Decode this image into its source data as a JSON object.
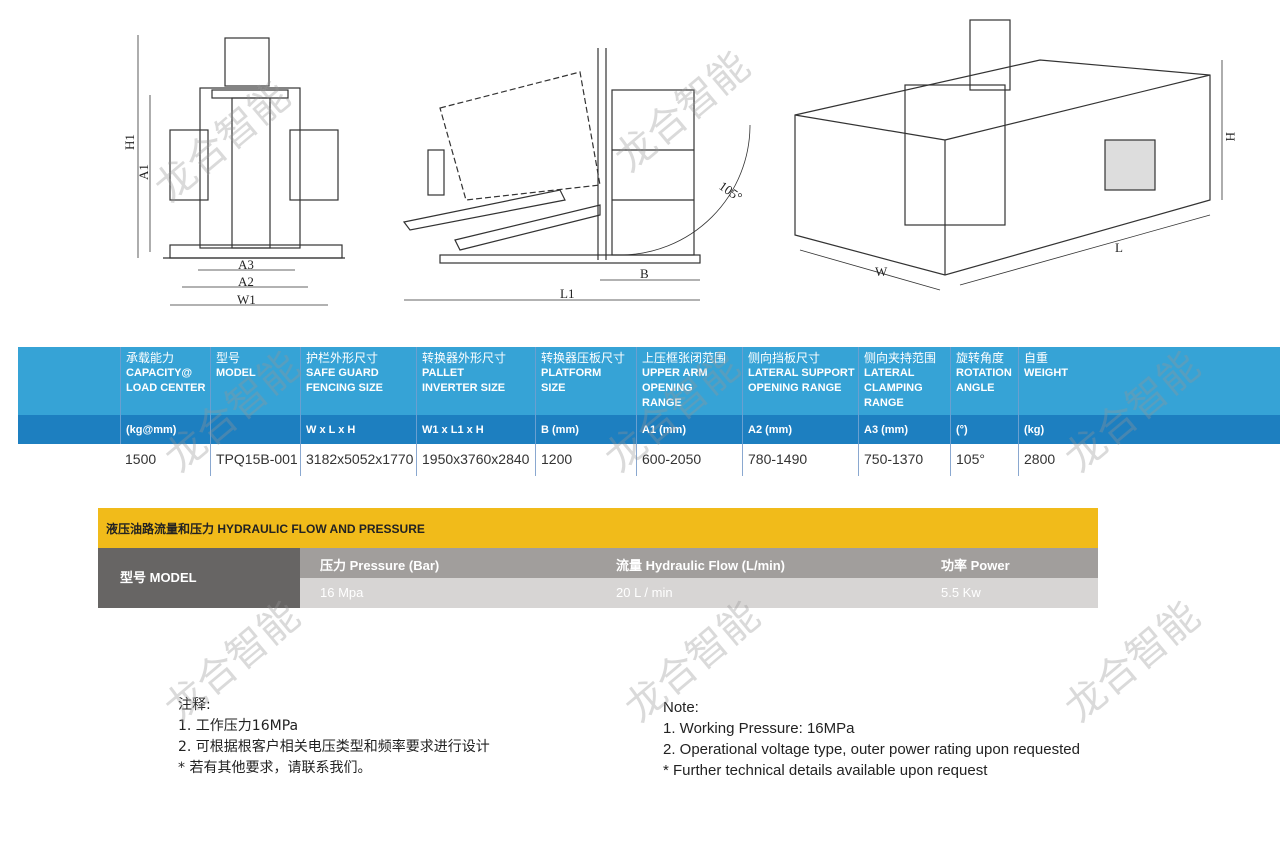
{
  "watermark": "龙合智能",
  "drawing_labels": {
    "front": {
      "h1": "H1",
      "a1": "A1",
      "a3": "A3",
      "a2": "A2",
      "w1": "W1"
    },
    "side": {
      "angle": "105°",
      "b": "B",
      "l1": "L1"
    },
    "iso": {
      "h": "H",
      "l": "L",
      "w": "W"
    }
  },
  "spec_table": {
    "headers": [
      {
        "cn": "承载能力",
        "en1": "CAPACITY@",
        "en2": "LOAD CENTER",
        "en3": "",
        "unit": "(kg@mm)"
      },
      {
        "cn": "型号",
        "en1": "MODEL",
        "en2": "",
        "en3": "",
        "unit": ""
      },
      {
        "cn": "护栏外形尺寸",
        "en1": "SAFE GUARD",
        "en2": "FENCING SIZE",
        "en3": "",
        "unit": "W x L x H"
      },
      {
        "cn": "转换器外形尺寸",
        "en1": "PALLET",
        "en2": "INVERTER SIZE",
        "en3": "",
        "unit": "W1 x L1 x H"
      },
      {
        "cn": "转换器压板尺寸",
        "en1": "PLATFORM",
        "en2": "SIZE",
        "en3": "",
        "unit": "B (mm)"
      },
      {
        "cn": "上压框张闭范围",
        "en1": "UPPER ARM",
        "en2": "OPENING",
        "en3": "RANGE",
        "unit": "A1 (mm)"
      },
      {
        "cn": "侧向挡板尺寸",
        "en1": "LATERAL SUPPORT",
        "en2": "OPENING RANGE",
        "en3": "",
        "unit": "A2 (mm)"
      },
      {
        "cn": "侧向夹持范围",
        "en1": "LATERAL",
        "en2": "CLAMPING",
        "en3": "RANGE",
        "unit": "A3 (mm)"
      },
      {
        "cn": "旋转角度",
        "en1": "ROTATION",
        "en2": "ANGLE",
        "en3": "",
        "unit": "(°)"
      },
      {
        "cn": "自重",
        "en1": "WEIGHT",
        "en2": "",
        "en3": "",
        "unit": "(kg)"
      }
    ],
    "row": [
      "1500",
      "TPQ15B-001",
      "3182x5052x1770",
      "1950x3760x2840",
      "1200",
      "600-2050",
      "780-1490",
      "750-1370",
      "105°",
      "2800"
    ]
  },
  "hydraulic": {
    "title": "液压油路流量和压力 HYDRAULIC FLOW AND PRESSURE",
    "model_label": "型号 MODEL",
    "headers": [
      "压力 Pressure (Bar)",
      "流量 Hydraulic Flow (L/min)",
      "功率 Power"
    ],
    "values": [
      "16 Mpa",
      "20 L / min",
      "5.5 Kw"
    ]
  },
  "notes_cn": {
    "title": "注释:",
    "lines": [
      "1. 工作压力16MPa",
      "2. 可根据根客户相关电压类型和频率要求进行设计",
      "* 若有其他要求，请联系我们。"
    ]
  },
  "notes_en": {
    "title": "Note:",
    "lines": [
      "1. Working Pressure: 16MPa",
      "2. Operational voltage type, outer power rating upon requested",
      "* Further technical details available upon request"
    ]
  }
}
